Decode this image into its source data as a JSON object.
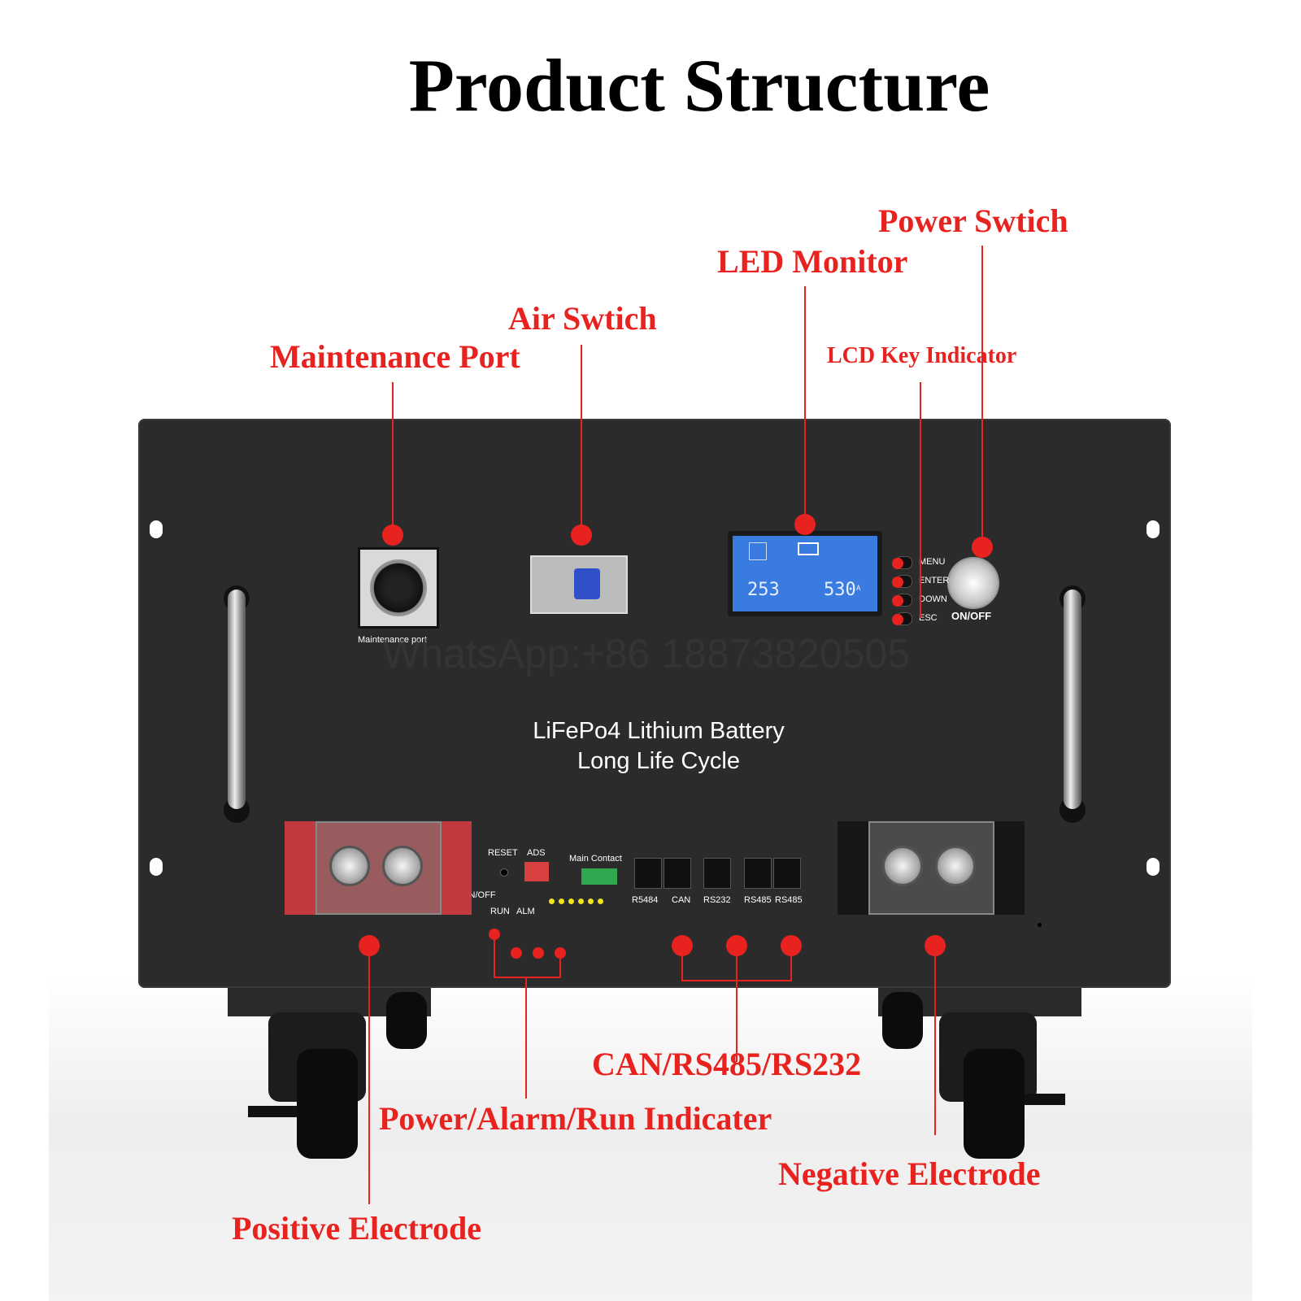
{
  "title": "Product Structure",
  "watermark": "WhatsApp:+86 18873820505",
  "callouts": {
    "power_switch": "Power Swtich",
    "led_monitor": "LED Monitor",
    "air_switch": "Air Swtich",
    "maintenance_port": "Maintenance Port",
    "lcd_key_indicator": "LCD Key Indicator",
    "comm_ports": "CAN/RS485/RS232",
    "indicators": "Power/Alarm/Run Indicater",
    "negative_electrode": "Negative Electrode",
    "positive_electrode": "Positive Electrode"
  },
  "panel": {
    "product_line1": "LiFePo4 Lithium Battery",
    "product_line2": "Long Life Cycle",
    "maintenance_port_label": "Maintenance port",
    "onoff_label": "ON/OFF",
    "reset_label": "RESET",
    "ads_label": "ADS",
    "main_contact_label": "Main Contact",
    "panel_onoff_label": "ON/OFF",
    "run_label": "RUN",
    "alm_label": "ALM",
    "keys": [
      "MENU",
      "ENTER",
      "DOWN",
      "ESC"
    ],
    "ports": [
      "R5484",
      "CAN",
      "RS232",
      "RS485",
      "RS485"
    ],
    "lcd_left_value": "253",
    "lcd_right_value": "530",
    "lcd_unit": "A"
  },
  "colors": {
    "callout": "#e8231f",
    "panel": "#2b2b2b",
    "lcd": "#3a7be0",
    "positive_terminal": "#c23a3e"
  }
}
